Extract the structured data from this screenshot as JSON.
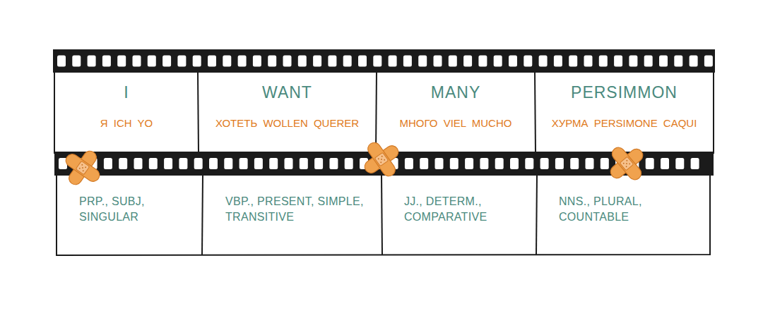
{
  "diagram": {
    "nodes": [
      {
        "text": [
          "I",
          "Я ICH YO"
        ]
      },
      {
        "text": [
          "WANT",
          "ХОТЕТЬ WOLLEN QUERER"
        ]
      },
      {
        "text": [
          "MANY",
          "МНОГО VIEL MUCHO"
        ]
      },
      {
        "text": [
          "PERSIMMON",
          "ХУРМА PERSIMONE CAQUI"
        ]
      },
      {
        "text": [
          "PRP., SUBJ, SINGULAR"
        ]
      },
      {
        "text": [
          "VBP., PRESENT, SIMPLE, TRANSITIVE"
        ]
      },
      {
        "text": [
          "JJ., DETERM., COMPARATIVE"
        ]
      },
      {
        "text": [
          "NNS., PLURAL, COUNTABLE"
        ]
      }
    ]
  }
}
